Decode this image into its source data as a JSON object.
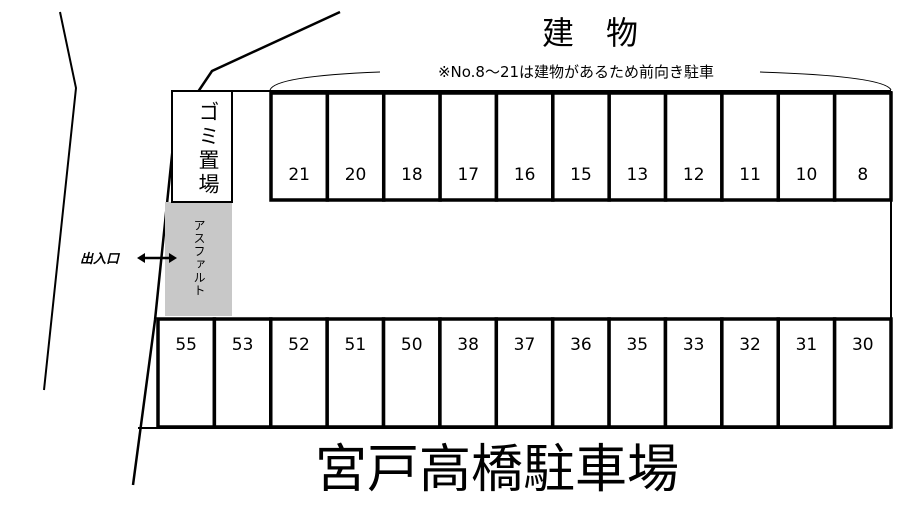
{
  "building_label": "建　物",
  "note": "※No.8～21は建物があるため前向き駐車",
  "garbage_label": "ゴミ置場",
  "asphalt_label": "アスファルト",
  "entrance_label": "出入口",
  "title": "宮戸高橋駐車場",
  "top_row": [
    "21",
    "20",
    "18",
    "17",
    "16",
    "15",
    "13",
    "12",
    "11",
    "10",
    "8"
  ],
  "bottom_row": [
    "55",
    "53",
    "52",
    "51",
    "50",
    "38",
    "37",
    "36",
    "35",
    "33",
    "32",
    "31",
    "30"
  ],
  "colors": {
    "asphalt": "#c8c8c8",
    "line": "#000000"
  }
}
